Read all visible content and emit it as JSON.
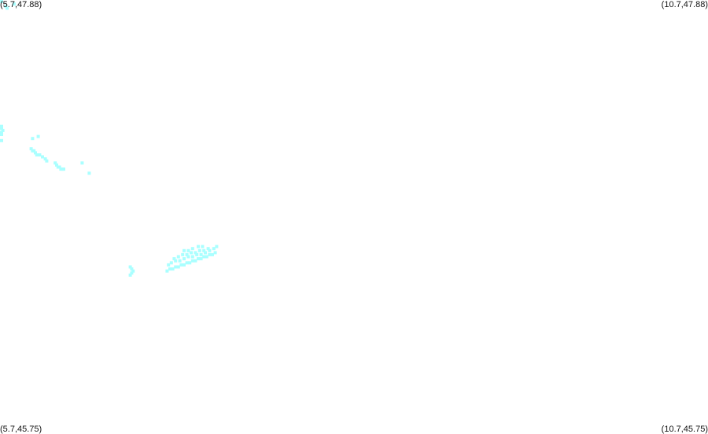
{
  "map": {
    "bounds": {
      "lon_min": 5.7,
      "lon_max": 10.7,
      "lat_min": 45.75,
      "lat_max": 47.88
    },
    "corner_labels": {
      "top_left": "(5.7,47.88)",
      "top_right": "(10.7,47.88)",
      "bottom_left": "(5.7,45.75)",
      "bottom_right": "(10.7,45.75)"
    },
    "feature_color": "#aaffff",
    "points": [
      [
        5.74,
        47.85
      ],
      [
        5.75,
        47.84
      ],
      [
        5.8,
        47.86
      ],
      [
        5.71,
        47.88
      ],
      [
        5.7,
        47.26
      ],
      [
        5.71,
        47.25
      ],
      [
        5.72,
        47.24
      ],
      [
        5.7,
        47.23
      ],
      [
        5.71,
        47.22
      ],
      [
        5.7,
        47.19
      ],
      [
        5.93,
        47.2
      ],
      [
        5.97,
        47.21
      ],
      [
        5.92,
        47.15
      ],
      [
        5.93,
        47.14
      ],
      [
        5.94,
        47.14
      ],
      [
        5.95,
        47.13
      ],
      [
        5.96,
        47.12
      ],
      [
        5.98,
        47.12
      ],
      [
        6.0,
        47.11
      ],
      [
        6.02,
        47.1
      ],
      [
        6.03,
        47.09
      ],
      [
        6.09,
        47.08
      ],
      [
        6.1,
        47.07
      ],
      [
        6.11,
        47.06
      ],
      [
        6.12,
        47.06
      ],
      [
        6.13,
        47.05
      ],
      [
        6.14,
        47.05
      ],
      [
        6.15,
        47.05
      ],
      [
        6.28,
        47.08
      ],
      [
        6.33,
        47.03
      ],
      [
        6.62,
        46.57
      ],
      [
        6.63,
        46.56
      ],
      [
        6.64,
        46.55
      ],
      [
        6.63,
        46.54
      ],
      [
        6.62,
        46.53
      ],
      [
        6.88,
        46.55
      ],
      [
        6.9,
        46.56
      ],
      [
        6.92,
        46.56
      ],
      [
        6.94,
        46.57
      ],
      [
        6.96,
        46.57
      ],
      [
        6.98,
        46.58
      ],
      [
        7.0,
        46.58
      ],
      [
        7.02,
        46.59
      ],
      [
        7.04,
        46.59
      ],
      [
        7.06,
        46.6
      ],
      [
        7.08,
        46.6
      ],
      [
        7.1,
        46.61
      ],
      [
        7.12,
        46.61
      ],
      [
        7.14,
        46.62
      ],
      [
        7.16,
        46.62
      ],
      [
        7.18,
        46.63
      ],
      [
        7.2,
        46.63
      ],
      [
        7.22,
        46.64
      ],
      [
        6.89,
        46.58
      ],
      [
        6.91,
        46.59
      ],
      [
        6.94,
        46.6
      ],
      [
        6.97,
        46.6
      ],
      [
        7.0,
        46.61
      ],
      [
        7.03,
        46.62
      ],
      [
        7.06,
        46.62
      ],
      [
        7.09,
        46.63
      ],
      [
        7.12,
        46.63
      ],
      [
        7.15,
        46.64
      ],
      [
        7.18,
        46.65
      ],
      [
        6.93,
        46.61
      ],
      [
        6.96,
        46.62
      ],
      [
        6.99,
        46.63
      ],
      [
        7.02,
        46.63
      ],
      [
        7.05,
        46.64
      ],
      [
        7.08,
        46.64
      ],
      [
        7.11,
        46.65
      ],
      [
        7.14,
        46.65
      ],
      [
        7.17,
        46.66
      ],
      [
        7.21,
        46.66
      ],
      [
        7.23,
        46.67
      ],
      [
        7.0,
        46.65
      ],
      [
        7.03,
        46.65
      ],
      [
        7.06,
        46.66
      ],
      [
        7.1,
        46.67
      ],
      [
        7.13,
        46.67
      ]
    ]
  }
}
